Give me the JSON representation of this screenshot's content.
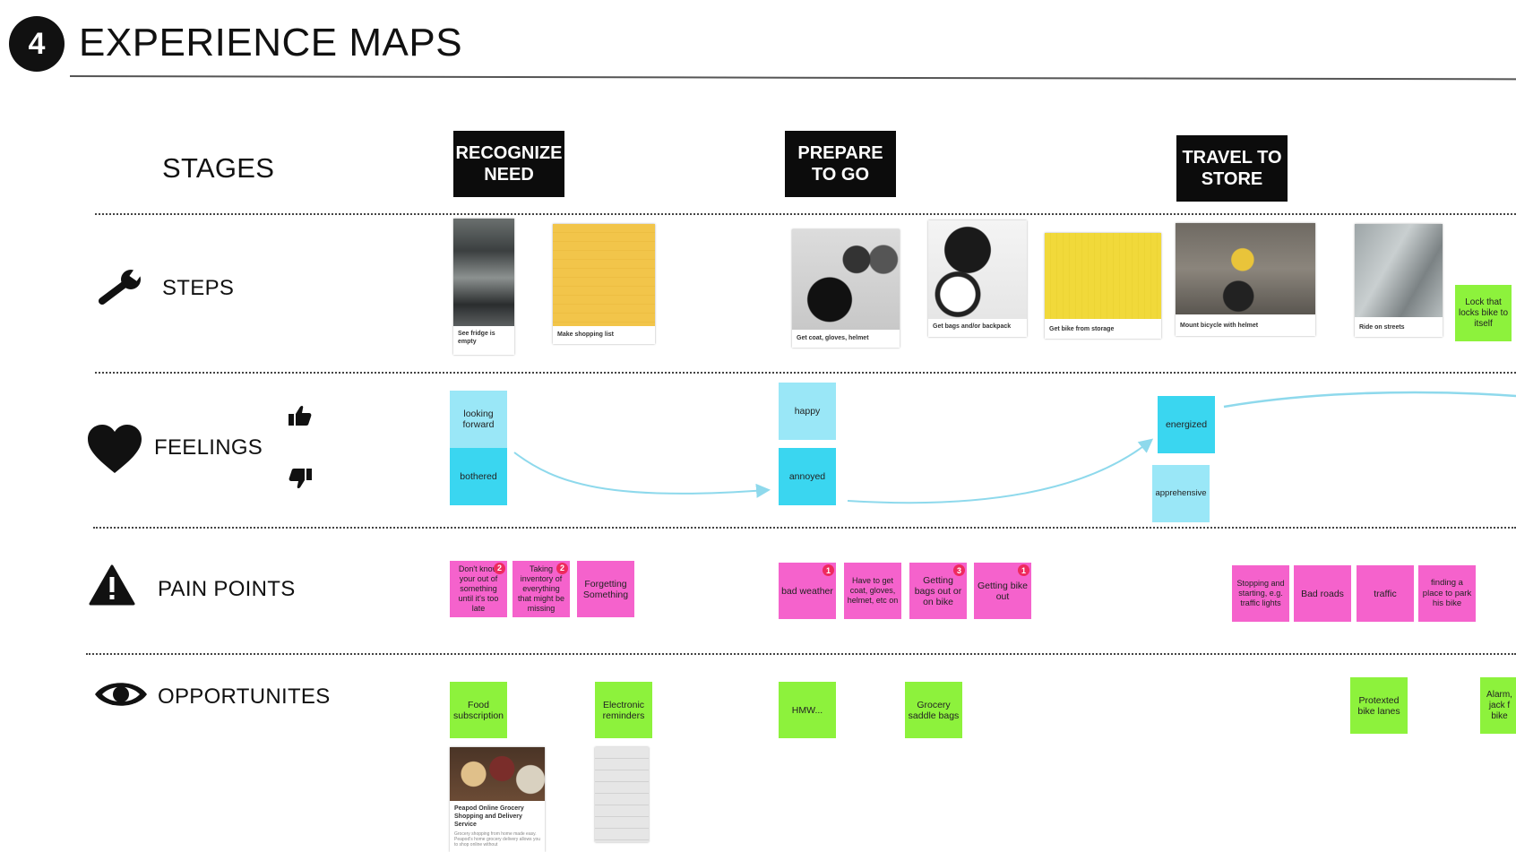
{
  "header": {
    "number": "4",
    "title": "EXPERIENCE MAPS"
  },
  "rows": {
    "stages": "STAGES",
    "steps": "STEPS",
    "feelings": "FEELINGS",
    "pain_points": "PAIN POINTS",
    "opportunities": "OPPORTUNITES"
  },
  "stages": [
    "RECOGNIZE\nNEED",
    "PREPARE\nTO GO",
    "TRAVEL TO\nSTORE"
  ],
  "steps": [
    "See fridge is empty",
    "Make shopping list",
    "Get coat, gloves, helmet",
    "Get bags and/or backpack",
    "Get bike from storage",
    "Mount bicycle with helmet",
    "Ride on streets",
    "Lock that locks bike to itself"
  ],
  "feelings": [
    "looking forward",
    "bothered",
    "happy",
    "annoyed",
    "energized",
    "apprehensive"
  ],
  "pain_points": [
    {
      "text": "Don't know your out of something until it's too late",
      "badge": "2"
    },
    {
      "text": "Taking inventory of everything that might be missing",
      "badge": "2"
    },
    {
      "text": "Forgetting Something",
      "badge": ""
    },
    {
      "text": "bad weather",
      "badge": "1"
    },
    {
      "text": "Have to get coat, gloves, helmet, etc on",
      "badge": ""
    },
    {
      "text": "Getting bags out or on bike",
      "badge": "3"
    },
    {
      "text": "Getting bike out",
      "badge": "1"
    },
    {
      "text": "Stopping and starting, e.g. traffic lights",
      "badge": ""
    },
    {
      "text": "Bad roads",
      "badge": ""
    },
    {
      "text": "traffic",
      "badge": ""
    },
    {
      "text": "finding a place to park his bike",
      "badge": ""
    }
  ],
  "opportunities": [
    "Food subscription",
    "Electronic reminders",
    "HMW...",
    "Grocery saddle bags",
    "Protexted bike lanes",
    "Alarm, jack f bike"
  ],
  "opportunity_card": {
    "title": "Peapod Online Grocery Shopping and Delivery Service",
    "body": "Grocery shopping from home made easy. Peapod's home grocery delivery allows you to shop online without"
  },
  "colors": {
    "cyan": "#3ad6f0",
    "light_cyan": "#9ae7f7",
    "pink": "#f562cc",
    "green": "#8df23c",
    "badge": "#ee2a5e",
    "stage_bg": "#0c0c0c"
  },
  "icons": [
    "wrench-icon",
    "heart-icon",
    "thumbs-up-icon",
    "thumbs-down-icon",
    "warning-icon",
    "eye-icon"
  ]
}
